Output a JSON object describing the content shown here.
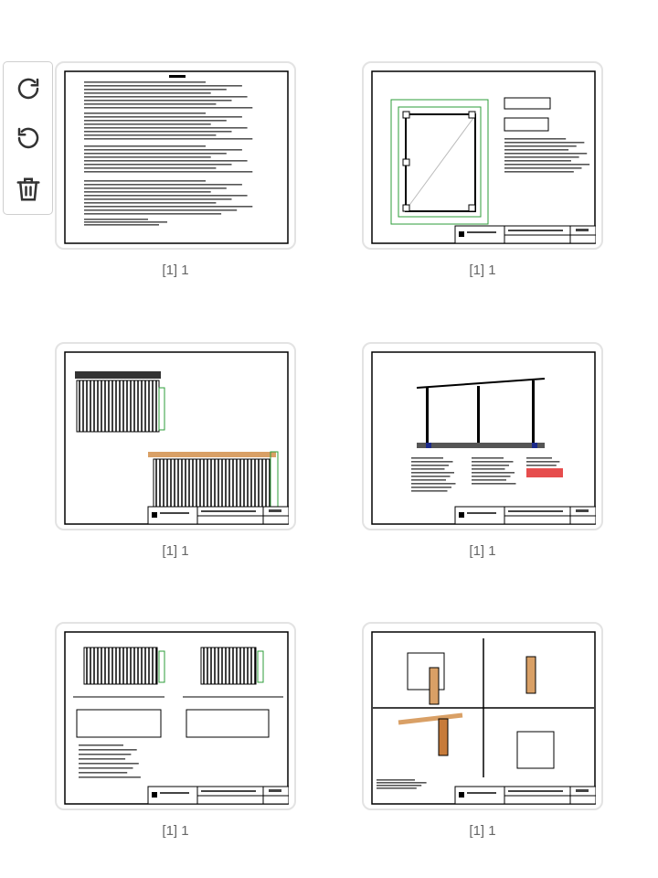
{
  "toolbar": {
    "items": [
      {
        "icon": "rotate-clockwise-icon"
      },
      {
        "icon": "rotate-counterclockwise-icon"
      },
      {
        "icon": "trash-icon"
      }
    ]
  },
  "pages": [
    {
      "label": "[1] 1",
      "kind": "text"
    },
    {
      "label": "[1] 1",
      "kind": "plan"
    },
    {
      "label": "[1] 1",
      "kind": "elevation"
    },
    {
      "label": "[1] 1",
      "kind": "section"
    },
    {
      "label": "[1] 1",
      "kind": "elevation2"
    },
    {
      "label": "[1] 1",
      "kind": "details"
    }
  ],
  "colors": {
    "card_border": "#e3e3e3",
    "dimension_green": "#2e9e3a",
    "note_red": "#e02020"
  }
}
